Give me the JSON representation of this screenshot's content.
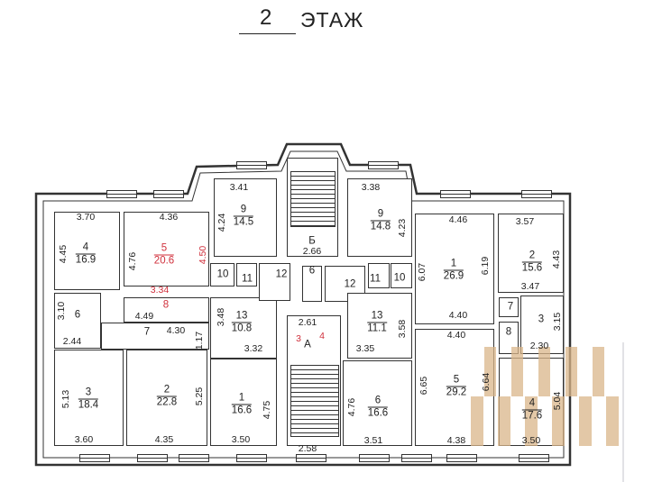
{
  "title": {
    "floor_number": "2",
    "label": "ЭТАЖ"
  },
  "colors": {
    "wall": "#333333",
    "marked": "#d0313d",
    "watermark": "#d9b58a"
  },
  "rooms": [
    {
      "number": "4",
      "area": "16.9",
      "dims": [
        {
          "value": "3.70"
        },
        {
          "value": "4.45"
        }
      ]
    },
    {
      "number": "5",
      "area": "20.6",
      "marked": true,
      "dims": [
        {
          "value": "4.36"
        },
        {
          "value": "4.76"
        },
        {
          "value": "4.50",
          "marked": true
        },
        {
          "value": "3.34",
          "marked": true
        }
      ]
    },
    {
      "number": "8",
      "marked": true,
      "dims": [
        {
          "value": "4.49"
        }
      ]
    },
    {
      "number": "6",
      "dims": [
        {
          "value": "3.10"
        },
        {
          "value": "2.44"
        }
      ]
    },
    {
      "number": "7",
      "dims": [
        {
          "value": "4.30"
        },
        {
          "value": "1.17"
        }
      ]
    },
    {
      "number": "3",
      "area": "18.4",
      "dims": [
        {
          "value": "3.60"
        },
        {
          "value": "5.13"
        }
      ]
    },
    {
      "number": "2",
      "area": "22.8",
      "dims": [
        {
          "value": "4.35"
        },
        {
          "value": "5.25"
        }
      ]
    },
    {
      "number": "1",
      "area": "16.6",
      "dims": [
        {
          "value": "3.50"
        },
        {
          "value": "4.75"
        }
      ]
    },
    {
      "number": "13",
      "area": "10.8",
      "dims": [
        {
          "value": "3.48"
        },
        {
          "value": "3.32"
        }
      ]
    },
    {
      "number": "9",
      "area": "14.5",
      "dims": [
        {
          "value": "3.41"
        },
        {
          "value": "4.24"
        }
      ]
    },
    {
      "number": "10",
      "dims": []
    },
    {
      "number": "11",
      "dims": []
    },
    {
      "number": "12",
      "dims": []
    },
    {
      "number": "Б",
      "dims": [
        {
          "value": "2.66"
        }
      ]
    },
    {
      "number": "6",
      "dims": []
    },
    {
      "number": "12",
      "dims": []
    },
    {
      "number": "A",
      "dims": [
        {
          "value": "2.61"
        },
        {
          "value": "2.58"
        },
        {
          "value": "3",
          "marked": true
        },
        {
          "value": "4",
          "marked": true
        }
      ]
    },
    {
      "number": "9",
      "area": "14.8",
      "dims": [
        {
          "value": "3.38"
        },
        {
          "value": "4.23"
        }
      ]
    },
    {
      "number": "11",
      "dims": []
    },
    {
      "number": "10",
      "dims": []
    },
    {
      "number": "13",
      "area": "11.1",
      "dims": [
        {
          "value": "3.58"
        },
        {
          "value": "3.35"
        }
      ]
    },
    {
      "number": "6",
      "area": "16.6",
      "dims": [
        {
          "value": "4.76"
        },
        {
          "value": "3.51"
        }
      ]
    },
    {
      "number": "1",
      "area": "26.9",
      "dims": [
        {
          "value": "4.46"
        },
        {
          "value": "6.07"
        },
        {
          "value": "6.19"
        },
        {
          "value": "4.40"
        }
      ]
    },
    {
      "number": "5",
      "area": "29.2",
      "dims": [
        {
          "value": "4.40"
        },
        {
          "value": "6.65"
        },
        {
          "value": "6.64"
        },
        {
          "value": "4.38"
        }
      ]
    },
    {
      "number": "2",
      "area": "15.6",
      "dims": [
        {
          "value": "3.57"
        },
        {
          "value": "4.43"
        },
        {
          "value": "3.47"
        }
      ]
    },
    {
      "number": "7",
      "dims": []
    },
    {
      "number": "8",
      "dims": []
    },
    {
      "number": "3",
      "dims": [
        {
          "value": "3.15"
        },
        {
          "value": "2.30"
        }
      ]
    },
    {
      "number": "4",
      "area": "17.6",
      "dims": [
        {
          "value": "5.04"
        },
        {
          "value": "3.50"
        }
      ]
    }
  ]
}
